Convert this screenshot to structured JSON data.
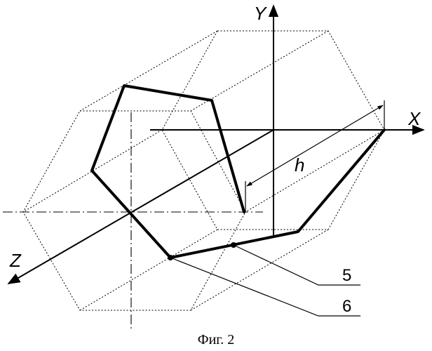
{
  "axes": {
    "x_label": "X",
    "y_label": "Y",
    "z_label": "Z"
  },
  "dimension": {
    "label": "h"
  },
  "callouts": [
    {
      "label": "5"
    },
    {
      "label": "6"
    }
  ],
  "caption": "Фиг. 2"
}
